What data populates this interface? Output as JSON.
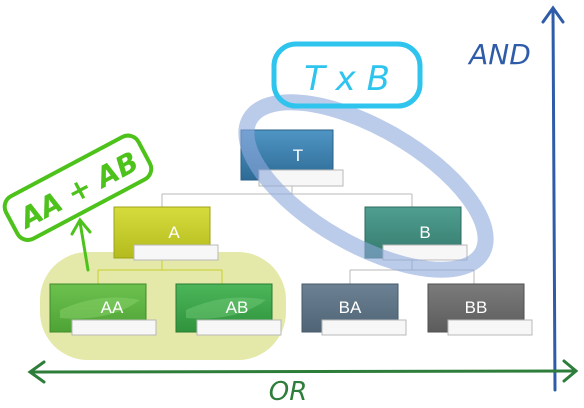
{
  "diagram": {
    "nodes": {
      "t": "T",
      "a": "A",
      "b": "B",
      "aa": "AA",
      "ab": "AB",
      "ba": "BA",
      "bb": "BB"
    },
    "annotations": {
      "and_label": "AND",
      "or_label": "OR",
      "t_x_b": "T x B",
      "aa_plus_ab": "AA + AB"
    },
    "colors": {
      "node_t": "#3a7fae",
      "node_a": "#c8cf2a",
      "node_b": "#3f8c7e",
      "node_aa": "#5bb541",
      "node_ab": "#3da847",
      "node_ba": "#5d7384",
      "node_bb": "#6d6d6d",
      "blue_highlight": "#8ea9dc",
      "cyan_ink": "#2ec4ee",
      "green_ink": "#4cc21a",
      "yellow_highlight": "#dfe59a",
      "and_ink": "#2f5ca8",
      "or_ink": "#2e7d3a"
    }
  }
}
